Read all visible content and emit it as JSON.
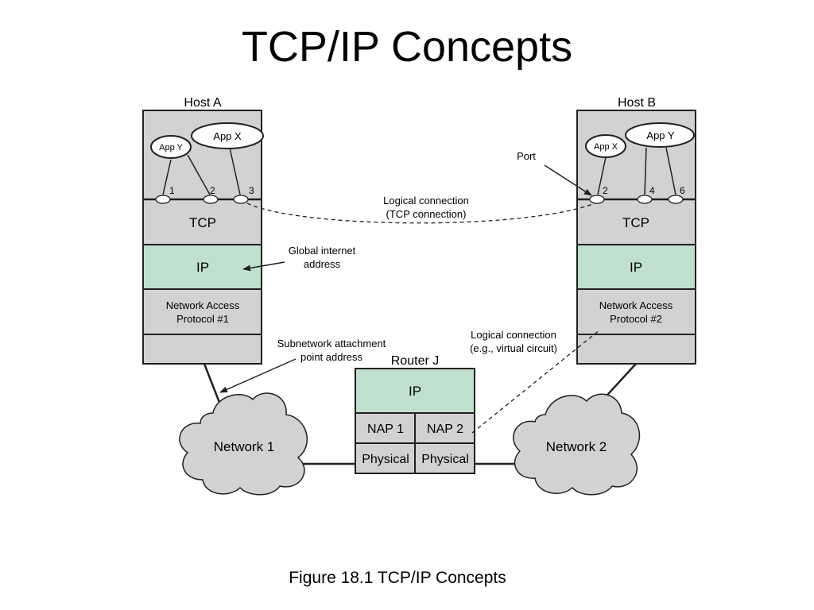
{
  "title": "TCP/IP Concepts",
  "caption": "Figure 18.1 TCP/IP Concepts",
  "colors": {
    "box_gray": "#d1d2d4",
    "ip_green": "#bfe0cc",
    "outline": "#231f20"
  },
  "host_a": {
    "label": "Host A",
    "app_x": "App X",
    "app_y": "App Y",
    "ports": [
      "1",
      "2",
      "3"
    ],
    "tcp": "TCP",
    "ip": "IP",
    "nap_line1": "Network Access",
    "nap_line2": "Protocol #1"
  },
  "host_b": {
    "label": "Host B",
    "app_x": "App X",
    "app_y": "App Y",
    "ports": [
      "2",
      "4",
      "6"
    ],
    "tcp": "TCP",
    "ip": "IP",
    "nap_line1": "Network Access",
    "nap_line2": "Protocol #2"
  },
  "router": {
    "label": "Router J",
    "ip": "IP",
    "nap1": "NAP 1",
    "nap2": "NAP 2",
    "phys1": "Physical",
    "phys2": "Physical"
  },
  "networks": {
    "network1": "Network 1",
    "network2": "Network 2"
  },
  "annotations": {
    "port": "Port",
    "logical_tcp_line1": "Logical connection",
    "logical_tcp_line2": "(TCP connection)",
    "global_addr_line1": "Global internet",
    "global_addr_line2": "address",
    "subnet_line1": "Subnetwork attachment",
    "subnet_line2": "point address",
    "logical_vc_line1": "Logical connection",
    "logical_vc_line2": "(e.g., virtual circuit)"
  }
}
